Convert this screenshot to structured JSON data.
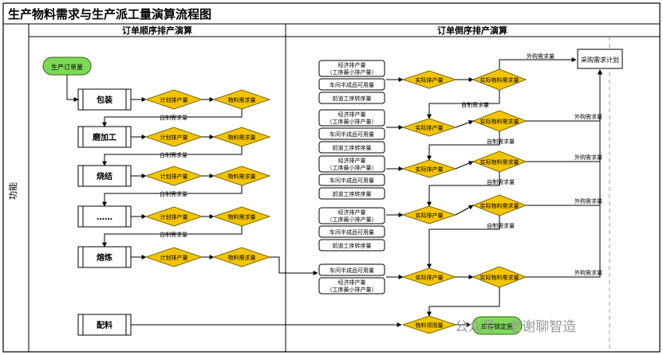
{
  "title": "生产物料需求与生产派工量演算流程图",
  "lanes": {
    "left_header": "订单顺序排产演算",
    "right_header": "订单倒序排产演算",
    "side_label": "功能"
  },
  "start": "生产订单量",
  "end": "库存锁定量",
  "steps": [
    "包装",
    "磨加工",
    "烧结",
    "……",
    "熔炼",
    "配料"
  ],
  "plan_label": "计划排产量",
  "material_label": "物料需求量",
  "self_made_label": "自制需求量",
  "purchase_label": "外购需求量",
  "purchase_plan": "采购需求计划",
  "actual_prod_label": "实际排产量",
  "actual_material_label": "实际物料需求量",
  "material_use_label": "物料领用量",
  "db_economic": "经济排产量",
  "db_economic_sub": "（工序最小排产量）",
  "db_wip": "车间半成品可用量",
  "db_transfer": "前道工序转序量",
  "watermark": "公众号 · 老谢聊智造",
  "colors": {
    "diamond_fill": "#f5c400",
    "diamond_stroke": "#7a6a00",
    "start_fill": "#7ed957",
    "header_bg": "#ffffff"
  }
}
